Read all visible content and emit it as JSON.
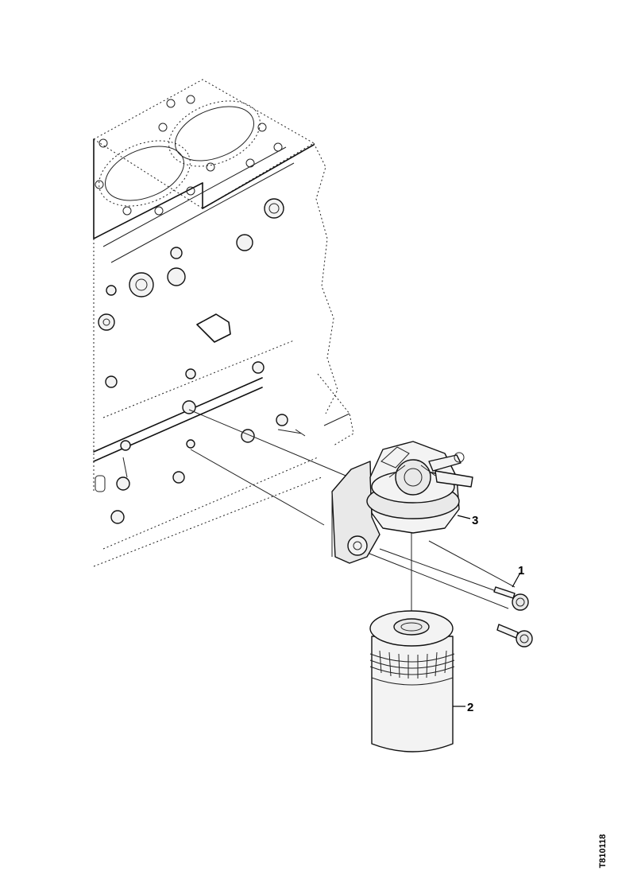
{
  "diagram": {
    "callouts": [
      {
        "id": "1",
        "label": "1"
      },
      {
        "id": "2",
        "label": "2"
      },
      {
        "id": "3",
        "label": "3"
      }
    ],
    "reference_code": "T810118"
  }
}
